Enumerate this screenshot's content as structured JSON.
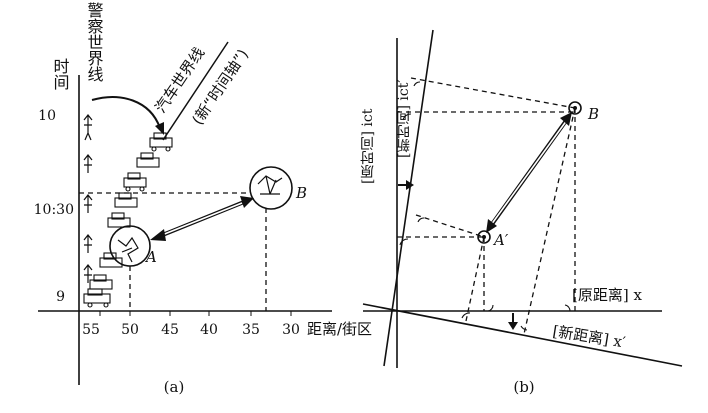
{
  "panel_a": {
    "caption": "(a)",
    "time_axis_label": "时间",
    "police_worldline_label": "警察世界线",
    "car_worldline_label": "汽车世界线",
    "new_time_axis_label": "(新“时间轴”)",
    "x_axis_label": "距离/街区",
    "x_ticks": [
      "55",
      "50",
      "45",
      "40",
      "35",
      "30"
    ],
    "y_ticks": [
      "10",
      "10:30",
      "9"
    ],
    "event_a": "A",
    "event_b": "B"
  },
  "panel_b": {
    "caption": "(b)",
    "orig_time_axis_label": "[原时间] ict",
    "new_time_axis_label": "[新时间] ict′",
    "orig_distance_label": "[原距离] x",
    "new_distance_label": "[新距离] x′",
    "event_a": "A′",
    "event_b": "B"
  }
}
